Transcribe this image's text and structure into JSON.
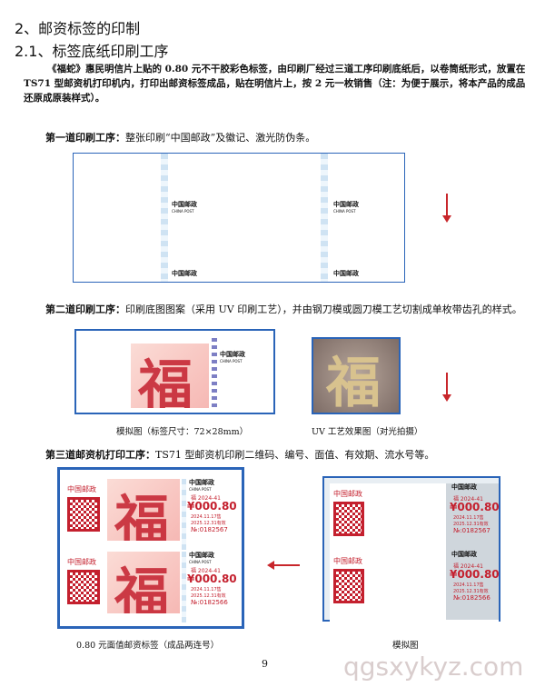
{
  "heading": "2、邮资标签的印制",
  "subheading": "2.1、标签底纸印刷工序",
  "intro": "《福蛇》惠民明信片上贴的 0.80 元不干胶彩色标签，由印刷厂经过三道工序印刷底纸后，以卷筒纸形式，放置在 TS71 型邮资机打印机内，打印出邮资标签成品，贴在明信片上，按 2 元一枚销售（注：为便于展示，将本产品的成品还原成原装样式）。",
  "step1": {
    "label": "第一道印刷工序：",
    "text": "整张印刷“中国邮政”及徽记、激光防伪条。"
  },
  "step2": {
    "label": "第二道印刷工序：",
    "text": "印刷底图图案（采用 UV 印刷工艺），并由钢刀模或圆刀模工艺切割成单枚带齿孔的样式。"
  },
  "step3": {
    "label": "第三道邮资机打印工序：",
    "text": "TS71 型邮资机印刷二维码、编号、面值、有效期、流水号等。"
  },
  "logo": {
    "cn": "中国邮政",
    "en": "CHINA POST"
  },
  "fu_char": "福",
  "caption_sim": "模拟图（标签尺寸：72×28mm）",
  "caption_uv": "UV 工艺效果图（对光拍摄）",
  "caption_final": "0.80 元面值邮资标签（成品两连号）",
  "caption_sim2": "模拟图",
  "stamps": [
    {
      "code": "福 2024-41",
      "value": "¥000.80",
      "sold": "2024.11.17售",
      "valid": "2025.12.31有效",
      "serial": "№:0182567"
    },
    {
      "code": "福 2024-41",
      "value": "¥000.80",
      "sold": "2024.11.17售",
      "valid": "2025.12.31有效",
      "serial": "№:0182566"
    }
  ],
  "page_number": "9",
  "watermark": "qgsxykyz.com",
  "colors": {
    "frame": "#2a64b8",
    "accent": "#c4202e"
  }
}
